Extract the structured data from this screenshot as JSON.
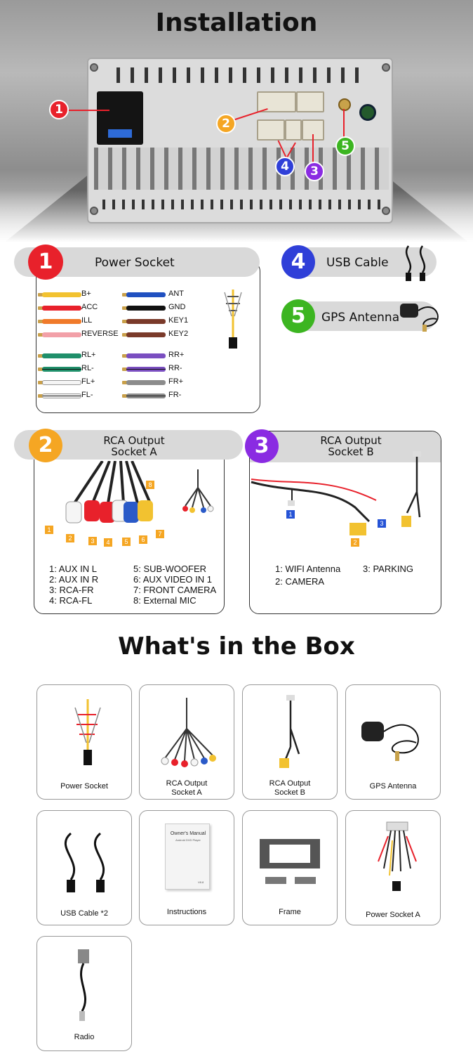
{
  "header": {
    "title": "Installation"
  },
  "callouts": [
    {
      "num": "1",
      "color": "#e8212b"
    },
    {
      "num": "2",
      "color": "#f5a623"
    },
    {
      "num": "3",
      "color": "#8a2be2"
    },
    {
      "num": "4",
      "color": "#2f3fd8"
    },
    {
      "num": "5",
      "color": "#3cb521"
    }
  ],
  "sections": {
    "power": {
      "num": "1",
      "label": "Power Socket",
      "color": "#e8212b"
    },
    "usb": {
      "num": "4",
      "label": "USB Cable",
      "color": "#2f3fd8"
    },
    "gps": {
      "num": "5",
      "label": "GPS Antenna",
      "color": "#3cb521"
    },
    "rca_a": {
      "num": "2",
      "label_line1": "RCA Output",
      "label_line2": "Socket A",
      "color": "#f5a623"
    },
    "rca_b": {
      "num": "3",
      "label_line1": "RCA Output",
      "label_line2": "Socket B",
      "color": "#8a2be2"
    }
  },
  "power_wires_left": [
    {
      "label": "B+",
      "color": "#f2c230"
    },
    {
      "label": "ACC",
      "color": "#e8212b"
    },
    {
      "label": "ILL",
      "color": "#f07a2a"
    },
    {
      "label": "REVERSE",
      "color": "#f2a0a8"
    },
    {
      "label": "RL+",
      "color": "#1f8f6a"
    },
    {
      "label": "RL-",
      "color": "#1f8f6a"
    },
    {
      "label": "FL+",
      "color": "#f4f4f4"
    },
    {
      "label": "FL-",
      "color": "#f4f4f4"
    }
  ],
  "power_wires_right": [
    {
      "label": "ANT",
      "color": "#2050c0"
    },
    {
      "label": "GND",
      "color": "#111111"
    },
    {
      "label": "KEY1",
      "color": "#7a3a2a"
    },
    {
      "label": "KEY2",
      "color": "#7a3a2a"
    },
    {
      "label": "RR+",
      "color": "#7a4ec0"
    },
    {
      "label": "RR-",
      "color": "#7a4ec0"
    },
    {
      "label": "FR+",
      "color": "#8c8c8c"
    },
    {
      "label": "FR-",
      "color": "#8c8c8c"
    }
  ],
  "rca_a_items_left": [
    "1: AUX IN L",
    "2: AUX IN R",
    "3: RCA-FR",
    "4: RCA-FL"
  ],
  "rca_a_items_right": [
    "5: SUB-WOOFER",
    "6: AUX VIDEO IN 1",
    "7: FRONT CAMERA",
    "8: External MIC"
  ],
  "rca_a_chips": [
    "1",
    "2",
    "3",
    "4",
    "5",
    "6",
    "7",
    "8"
  ],
  "rca_b_items_left": [
    "1: WIFI Antenna",
    "2: CAMERA"
  ],
  "rca_b_items_right": [
    "3: PARKING"
  ],
  "rca_b_chips": [
    "1",
    "2",
    "3"
  ],
  "box": {
    "title": "What's in the Box",
    "items": [
      {
        "line1": "Power Socket",
        "line2": ""
      },
      {
        "line1": "RCA Output",
        "line2": "Socket A"
      },
      {
        "line1": "RCA Output",
        "line2": "Socket B"
      },
      {
        "line1": "GPS Antenna",
        "line2": ""
      },
      {
        "line1": "USB Cable *2",
        "line2": ""
      },
      {
        "line1": "Instructions",
        "line2": ""
      },
      {
        "line1": "Frame",
        "line2": ""
      },
      {
        "line1": "Power Socket A",
        "line2": ""
      },
      {
        "line1": "Radio",
        "line2": ""
      }
    ],
    "manual_title": "Owner's Manual",
    "manual_subtitle": "Android DVD Player",
    "manual_version": "V8.8"
  }
}
